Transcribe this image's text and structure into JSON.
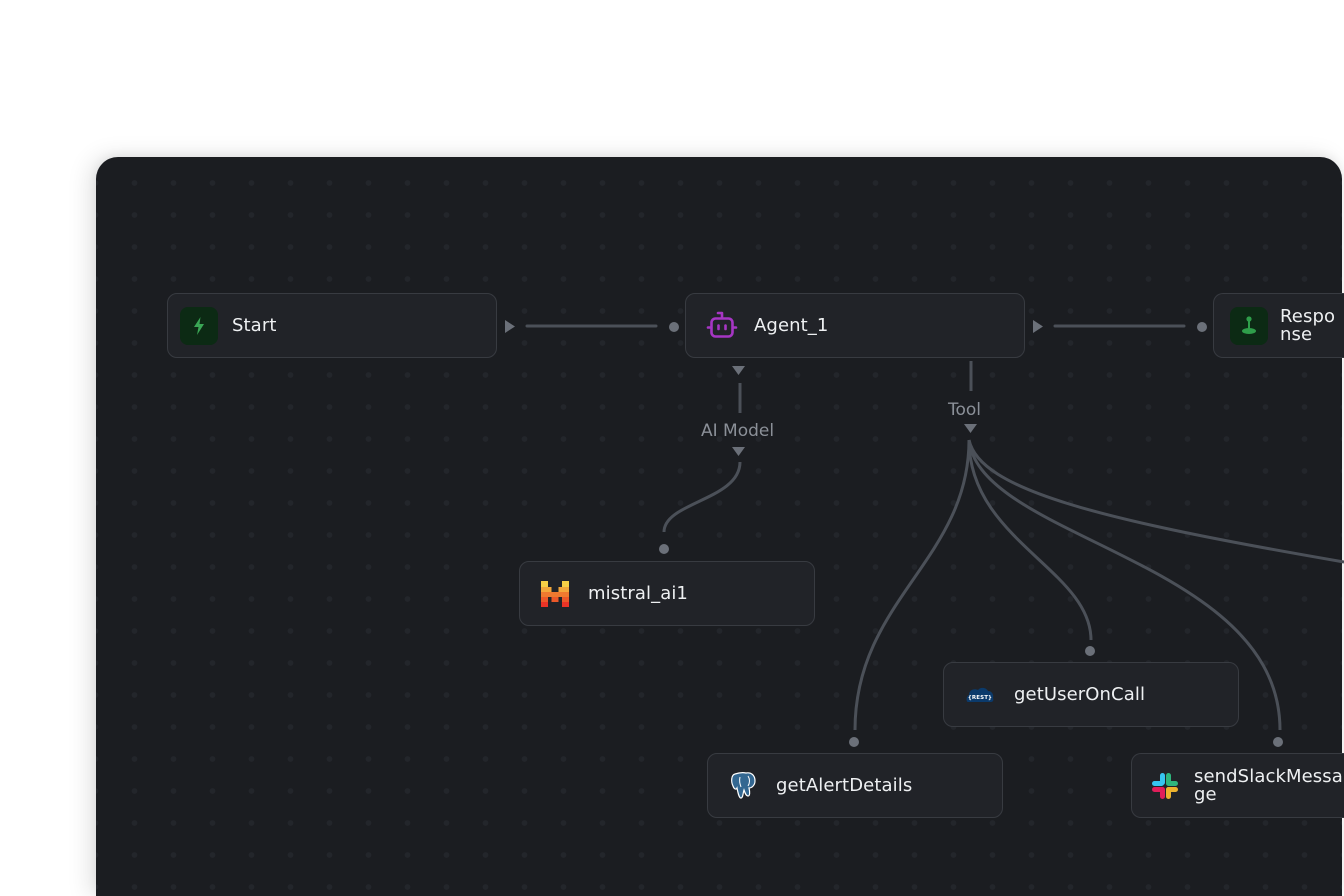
{
  "workflow": {
    "nodes": {
      "start": {
        "label": "Start",
        "icon": "lightning-icon"
      },
      "agent": {
        "label": "Agent_1",
        "icon": "robot-icon"
      },
      "response": {
        "label": "Response",
        "icon": "joystick-icon"
      },
      "model": {
        "label": "mistral_ai1",
        "icon": "mistral-logo-icon"
      },
      "user_on_call": {
        "label": "getUserOnCall",
        "icon": "rest-api-icon",
        "icon_text": "{REST}"
      },
      "alert_details": {
        "label": "getAlertDetails",
        "icon": "postgresql-elephant-icon"
      },
      "slack": {
        "label": "sendSlackMessage",
        "icon": "slack-icon"
      }
    },
    "connectors": {
      "ai_model": "AI Model",
      "tool": "Tool"
    }
  },
  "colors": {
    "canvas_bg": "#1b1d21",
    "node_bg": "#212328",
    "node_border": "#383b41",
    "edge": "#4b5058",
    "handle": "#6b7079",
    "start_icon": "#3aa655",
    "start_icon_bg": "#0c2a14",
    "agent_icon": "#a636c4",
    "response_icon": "#2f9e4a",
    "rest_blue": "#0b3a6b"
  }
}
